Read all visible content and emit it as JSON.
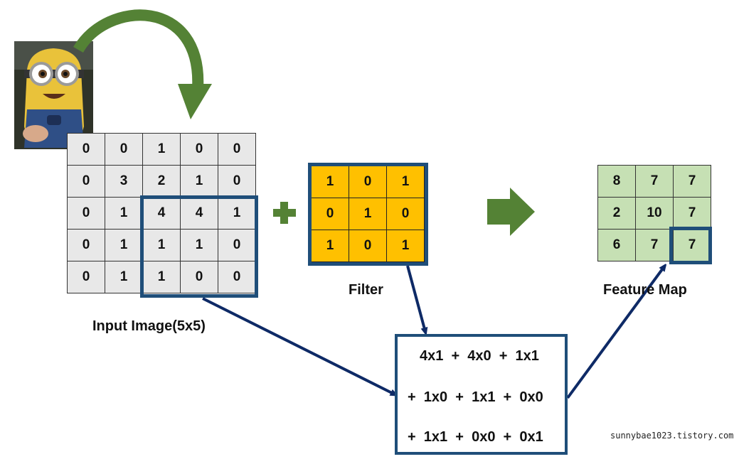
{
  "input_image": {
    "label": "Input Image(5x5)",
    "rows": [
      [
        "0",
        "0",
        "1",
        "0",
        "0"
      ],
      [
        "0",
        "3",
        "2",
        "1",
        "0"
      ],
      [
        "0",
        "1",
        "4",
        "4",
        "1"
      ],
      [
        "0",
        "1",
        "1",
        "1",
        "0"
      ],
      [
        "0",
        "1",
        "1",
        "0",
        "0"
      ]
    ]
  },
  "filter": {
    "label": "Filter",
    "rows": [
      [
        "1",
        "0",
        "1"
      ],
      [
        "0",
        "1",
        "0"
      ],
      [
        "1",
        "0",
        "1"
      ]
    ]
  },
  "feature_map": {
    "label": "Feature Map",
    "rows": [
      [
        "8",
        "7",
        "7"
      ],
      [
        "2",
        "10",
        "7"
      ],
      [
        "6",
        "7",
        "7"
      ]
    ]
  },
  "calculation": {
    "lines": [
      "4x1  +  4x0  +  1x1",
      "+  1x0  +  1x1  +  0x0",
      "+  1x1  +  0x0  +  0x1"
    ]
  },
  "watermark": "sunnybae1023.tistory.com",
  "icons": {
    "plus": "plus-icon",
    "arrow": "right-arrow-icon",
    "curved_arrow": "curved-arrow-icon",
    "photo": "minion-photo"
  },
  "colors": {
    "input_cell": "#e8e8e8",
    "filter_cell": "#ffc000",
    "feature_cell": "#c6e0b4",
    "highlight_border": "#1f4e79",
    "connector_arrow": "#0e2a66",
    "green_accent": "#548235"
  }
}
